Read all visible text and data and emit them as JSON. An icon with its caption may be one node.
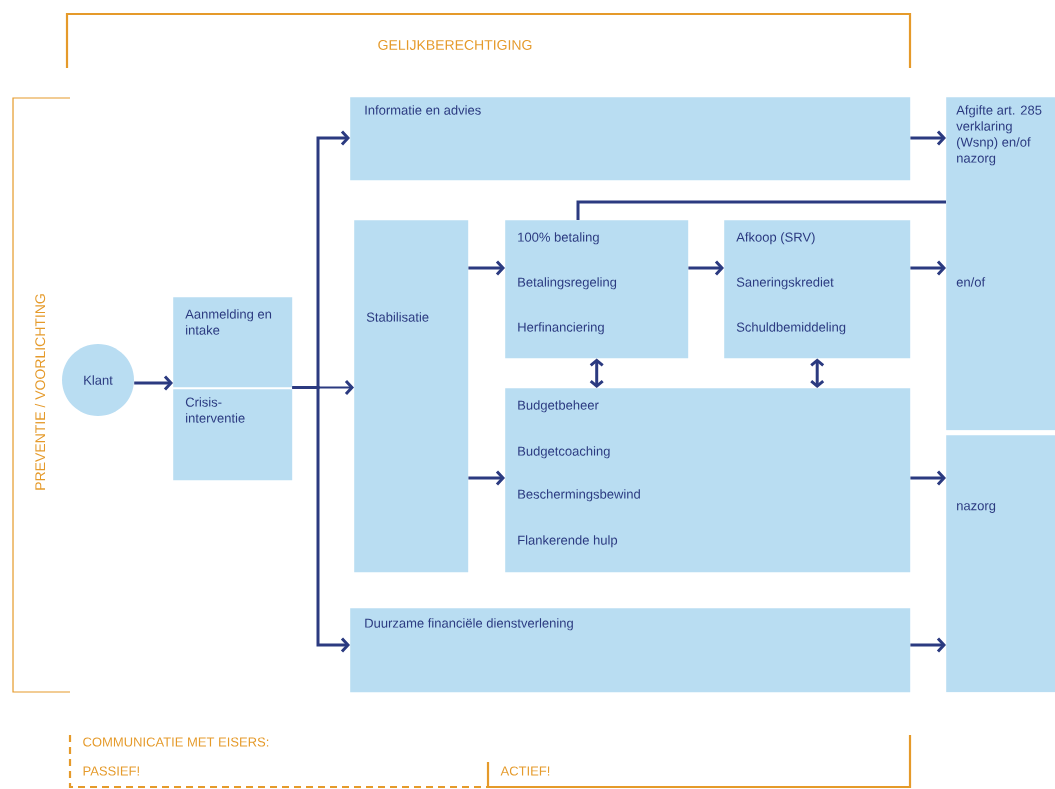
{
  "diagram": {
    "nodes": [
      {
        "text": [
          "Klant"
        ]
      },
      {
        "text": [
          "Aanmelding en intake"
        ]
      },
      {
        "text": [
          "Crisis-interventie"
        ]
      },
      {
        "text": [
          "Informatie en advies"
        ]
      },
      {
        "text": [
          "Stabilisatie"
        ]
      },
      {
        "text": [
          "100% betaling",
          "Betalingsregeling",
          "Herfinanciering"
        ]
      },
      {
        "text": [
          "Afkoop (SRV)",
          "Saneringskrediet",
          "Schuldbemiddeling"
        ]
      },
      {
        "text": [
          "Budgetbeheer",
          "Budgetcoaching",
          "Beschermingsbewind",
          "Flankerende hulp"
        ]
      },
      {
        "text": [
          "Duurzame financiële dienstverlening"
        ]
      },
      {
        "text": [
          "Afgifte art. 285 verklaring (Wsnp) en/of nazorg",
          "en/of"
        ]
      },
      {
        "text": [
          "nazorg"
        ]
      }
    ],
    "edges": [
      {
        "from": 0,
        "to": 1,
        "arrow": "to"
      },
      {
        "from": 1,
        "to": 3,
        "arrow": "to"
      },
      {
        "from": 1,
        "to": 4,
        "arrow": "to"
      },
      {
        "from": 1,
        "to": 8,
        "arrow": "to"
      },
      {
        "from": 4,
        "to": 5,
        "arrow": "to"
      },
      {
        "from": 4,
        "to": 7,
        "arrow": "to"
      },
      {
        "from": 5,
        "to": 6,
        "arrow": "to"
      },
      {
        "from": 5,
        "to": 7,
        "arrow": "both"
      },
      {
        "from": 6,
        "to": 7,
        "arrow": "both"
      },
      {
        "from": 3,
        "to": 9,
        "arrow": "to"
      },
      {
        "from": 6,
        "to": 9,
        "arrow": "to"
      },
      {
        "from": 7,
        "to": 10,
        "arrow": "to"
      },
      {
        "from": 8,
        "to": 10,
        "arrow": "to"
      },
      {
        "from": 9,
        "to": 5,
        "arrow": "none"
      }
    ],
    "labels": [
      "GELIJKBERECHTIGING",
      "PREVENTIE / VOORLICHTING",
      "COMMUNICATIE MET EISERS:",
      "PASSIEF!",
      "ACTIEF!"
    ]
  }
}
